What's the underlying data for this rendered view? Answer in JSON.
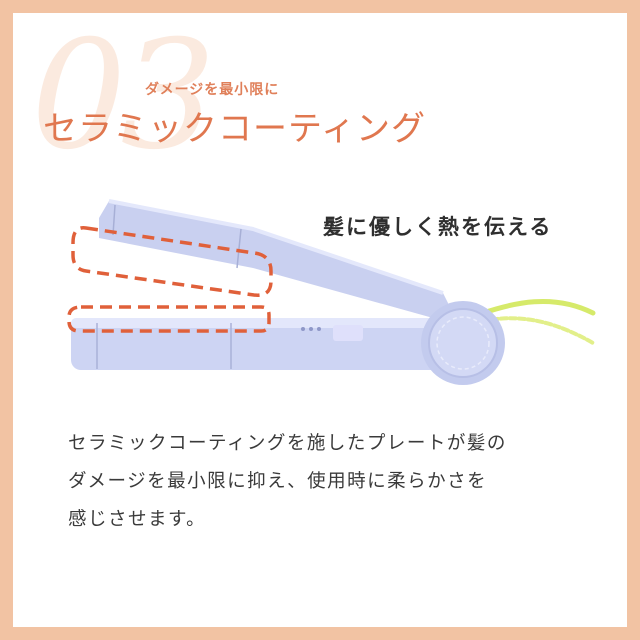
{
  "section_number": "03",
  "subtitle": "ダメージを最小限に",
  "title": "セラミックコーティング",
  "callout": "髪に優しく熱を伝える",
  "body_lines": [
    "セラミックコーティングを施したプレートが髪の",
    "ダメージを最小限に抑え、使用時に柔らかさを",
    "感じさせます。"
  ],
  "colors": {
    "border": "#f2c3a3",
    "accent": "#e0774f",
    "dashed_highlight": "#e0603a",
    "device": "#cbd3f2",
    "cord": "#d6ea6a"
  }
}
